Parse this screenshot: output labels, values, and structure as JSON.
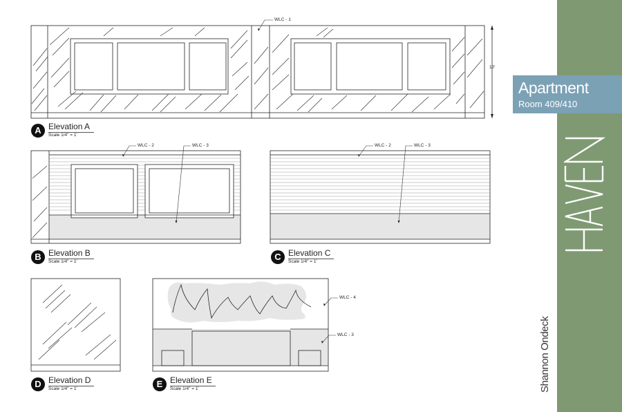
{
  "title_block": {
    "title": "Apartment",
    "room": "Room 409/410"
  },
  "brand": "HAVEN",
  "author": "Shannon Ondeck",
  "dimension": "10'",
  "elevations": [
    {
      "letter": "A",
      "name": "Elevation A",
      "scale": "Scale 1/4\" = 1'"
    },
    {
      "letter": "B",
      "name": "Elevation B",
      "scale": "Scale 1/4\" = 1'"
    },
    {
      "letter": "C",
      "name": "Elevation C",
      "scale": "Scale 1/4\" = 1'"
    },
    {
      "letter": "D",
      "name": "Elevation D",
      "scale": "Scale 1/4\" = 1'"
    },
    {
      "letter": "E",
      "name": "Elevation E",
      "scale": "Scale 1/4\" = 1'"
    }
  ],
  "callouts": {
    "wlc1": "WLC - 1",
    "wlc2": "WLC - 2",
    "wlc3": "WLC - 3",
    "wlc4": "WLC - 4"
  },
  "colors": {
    "sidebar": "#7f9a73",
    "title_block": "#7ba1b5",
    "wainscot": "#e6e6e6"
  }
}
